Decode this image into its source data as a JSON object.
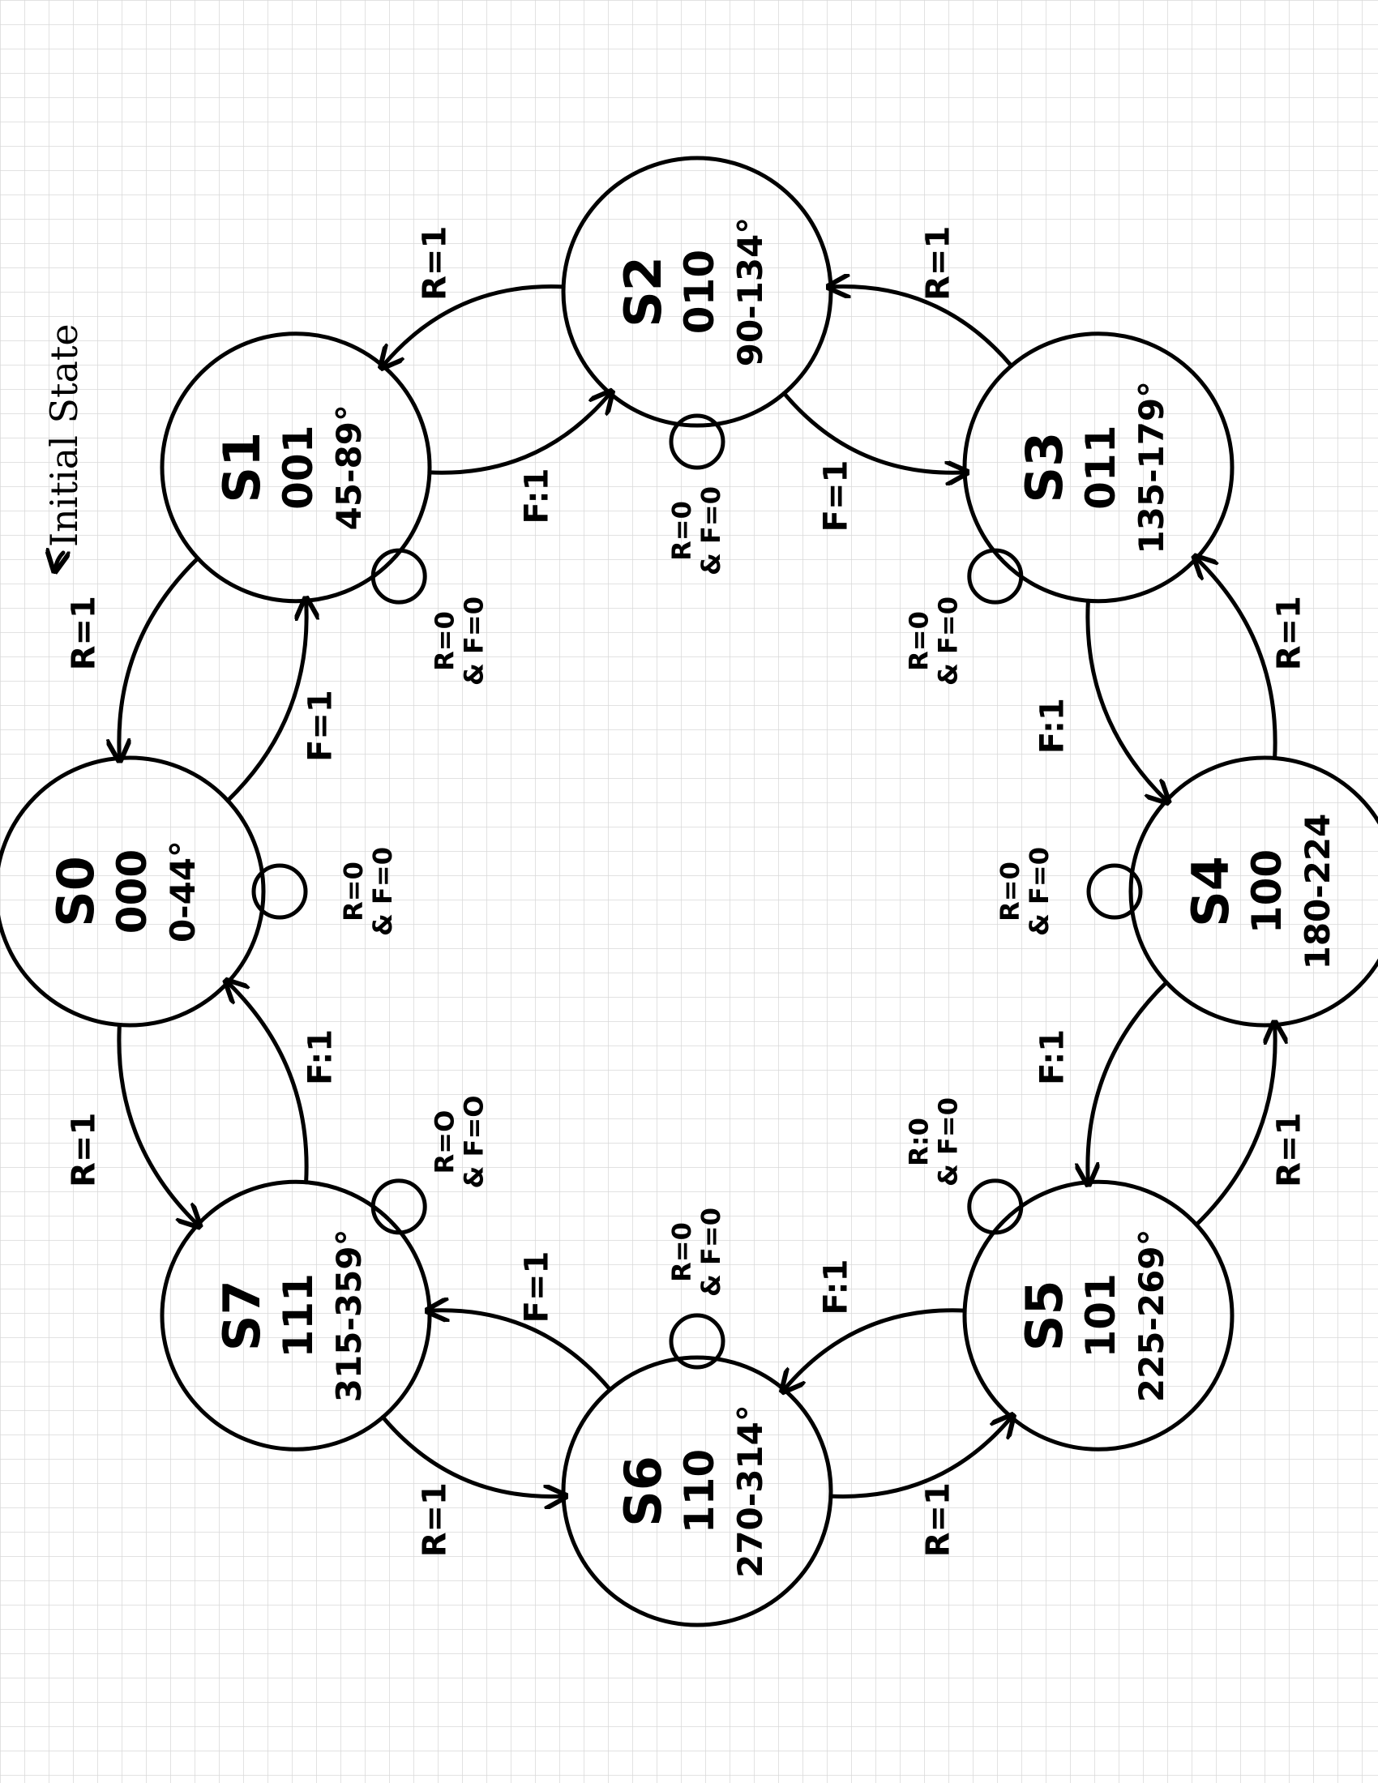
{
  "initial_label": "Initial State",
  "states": [
    {
      "name": "S0",
      "code": "000",
      "range": "0-44°"
    },
    {
      "name": "S1",
      "code": "001",
      "range": "45-89°"
    },
    {
      "name": "S2",
      "code": "010",
      "range": "90-134°"
    },
    {
      "name": "S3",
      "code": "011",
      "range": "135-179°"
    },
    {
      "name": "S4",
      "code": "100",
      "range": "180-224"
    },
    {
      "name": "S5",
      "code": "101",
      "range": "225-269°"
    },
    {
      "name": "S6",
      "code": "110",
      "range": "270-314°"
    },
    {
      "name": "S7",
      "code": "111",
      "range": "315-359°"
    }
  ],
  "forward_labels": [
    "F=1",
    "F:1",
    "F=1",
    "F:1",
    "F:1",
    "F:1",
    "F=1",
    "F:1"
  ],
  "reverse_labels": [
    "R=1",
    "R=1",
    "R=1",
    "R=1",
    "R=1",
    "R=1",
    "R=1",
    "R=1"
  ],
  "stay_r": [
    "R=0",
    "R=0",
    "R=0",
    "R=0",
    "R=0",
    "R:0",
    "R=0",
    "R=O"
  ],
  "stay_f": [
    "F=0",
    "F=0",
    "F=0",
    "F=0",
    "F=0",
    "F=0",
    "F=0",
    "F=O"
  ],
  "stay_connector": "&"
}
